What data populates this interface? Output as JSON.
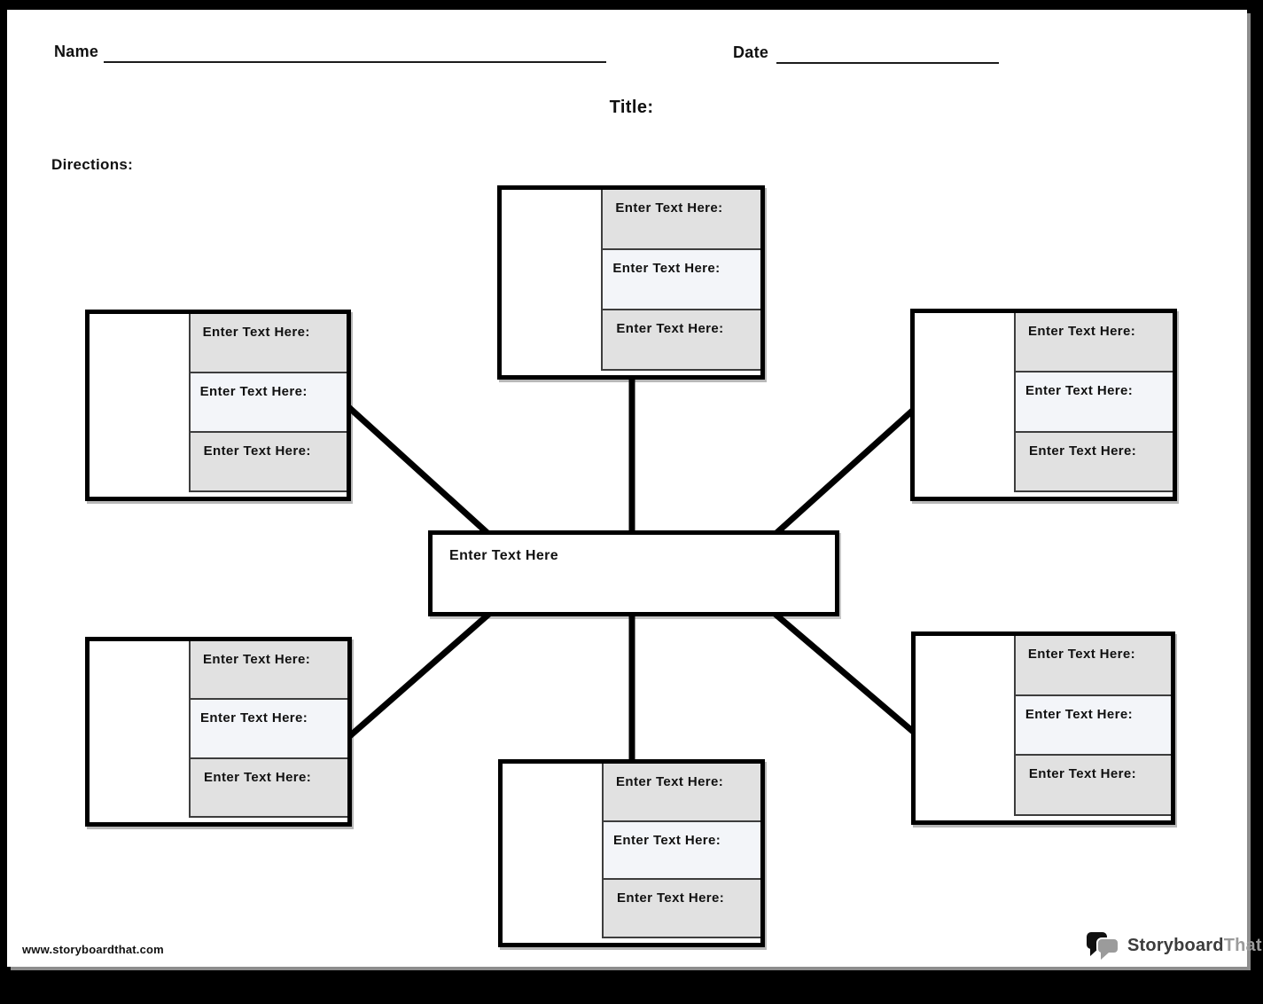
{
  "header": {
    "name_label": "Name",
    "date_label": "Date",
    "title_label": "Title:",
    "directions_label": "Directions:"
  },
  "center_box": {
    "label": "Enter Text Here"
  },
  "boxes": [
    {
      "id": "top-center",
      "cells": [
        {
          "label": "Enter Text Here:"
        },
        {
          "label": "Enter Text Here:"
        },
        {
          "label": "Enter Text Here:"
        }
      ]
    },
    {
      "id": "left-top",
      "cells": [
        {
          "label": "Enter Text Here:"
        },
        {
          "label": "Enter Text Here:"
        },
        {
          "label": "Enter Text Here:"
        }
      ]
    },
    {
      "id": "right-top",
      "cells": [
        {
          "label": "Enter Text Here:"
        },
        {
          "label": "Enter Text Here:"
        },
        {
          "label": "Enter Text Here:"
        }
      ]
    },
    {
      "id": "bottom-left",
      "cells": [
        {
          "label": "Enter Text Here:"
        },
        {
          "label": "Enter Text Here:"
        },
        {
          "label": "Enter Text Here:"
        }
      ]
    },
    {
      "id": "bottom-right",
      "cells": [
        {
          "label": "Enter Text Here:"
        },
        {
          "label": "Enter Text Here:"
        },
        {
          "label": "Enter Text Here:"
        }
      ]
    },
    {
      "id": "bottom-center",
      "cells": [
        {
          "label": "Enter Text Here:"
        },
        {
          "label": "Enter Text Here:"
        },
        {
          "label": "Enter Text Here:"
        }
      ]
    }
  ],
  "footer": {
    "url": "www.storyboardthat.com",
    "brand_primary": "Storyboard",
    "brand_secondary": "That"
  },
  "colors": {
    "cell_gray": "#e1e1e1",
    "cell_light": "#f3f5f9",
    "line": "#000000",
    "brand_gray": "#9b9b9b"
  }
}
